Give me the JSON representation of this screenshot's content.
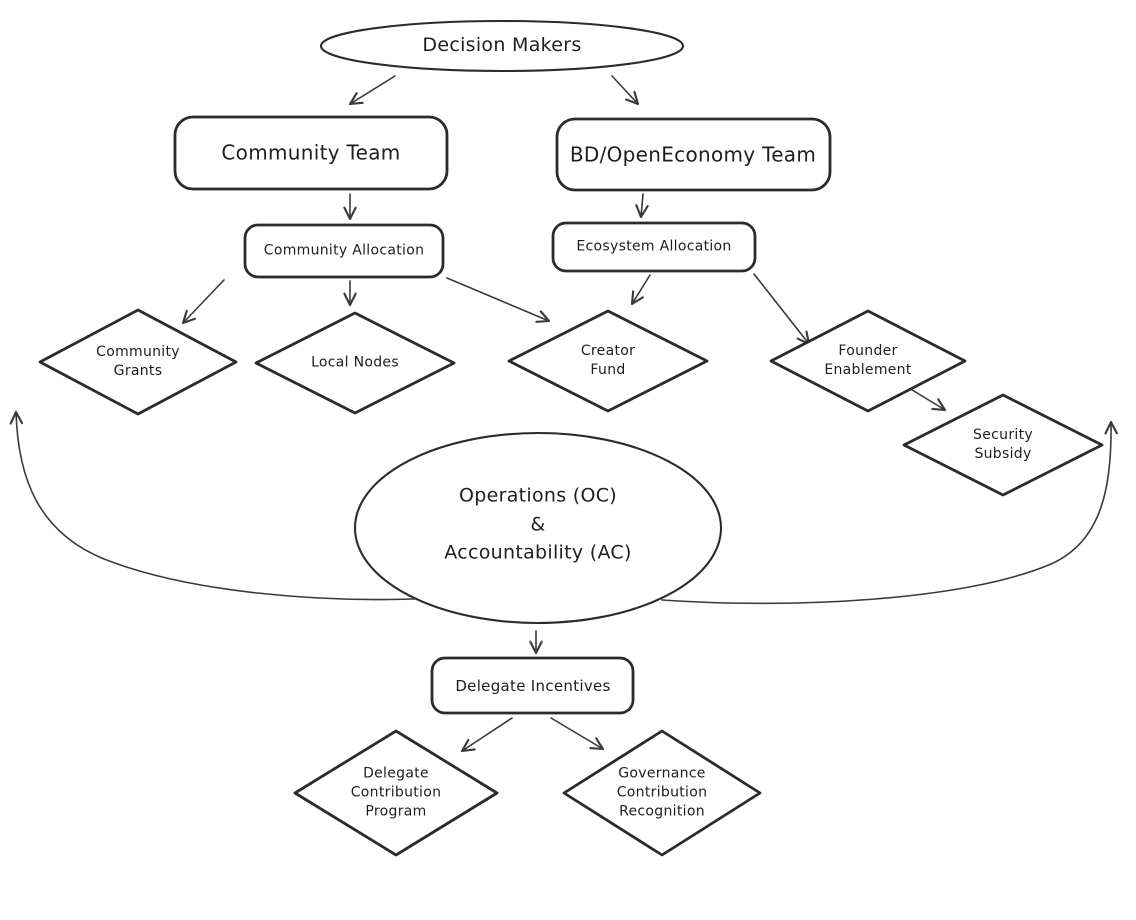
{
  "canvas": {
    "background": "#ffffff",
    "stroke_color": "#2b2b2b",
    "arrow_color": "#3a3a3a",
    "text_color": "#1e1e1e"
  },
  "diagram": {
    "type": "flowchart",
    "style": "hand-drawn (Excalidraw-like), black strokes on white"
  },
  "nodes": {
    "decision_makers": {
      "label": "Decision Makers",
      "shape": "ellipse"
    },
    "community_team": {
      "label": "Community Team",
      "shape": "rounded-rectangle"
    },
    "bd_openeconomy_team": {
      "label": "BD/OpenEconomy Team",
      "shape": "rounded-rectangle"
    },
    "community_allocation": {
      "label": "Community Allocation",
      "shape": "rounded-rectangle"
    },
    "ecosystem_allocation": {
      "label": "Ecosystem Allocation",
      "shape": "rounded-rectangle"
    },
    "community_grants": {
      "label": "Community\nGrants",
      "shape": "diamond"
    },
    "local_nodes": {
      "label": "Local Nodes",
      "shape": "diamond"
    },
    "creator_fund": {
      "label": "Creator\nFund",
      "shape": "diamond"
    },
    "founder_enablement": {
      "label": "Founder\nEnablement",
      "shape": "diamond"
    },
    "security_subsidy": {
      "label": "Security\nSubsidy",
      "shape": "diamond"
    },
    "operations_accountability": {
      "label": "Operations (OC)\n&\nAccountability (AC)",
      "shape": "ellipse"
    },
    "delegate_incentives": {
      "label": "Delegate Incentives",
      "shape": "rounded-rectangle"
    },
    "delegate_contribution_program": {
      "label": "Delegate\nContribution\nProgram",
      "shape": "diamond"
    },
    "governance_contribution_recognition": {
      "label": "Governance\nContribution\nRecognition",
      "shape": "diamond"
    }
  },
  "edges": [
    {
      "from": "Decision Makers",
      "to": "Community Team"
    },
    {
      "from": "Decision Makers",
      "to": "BD/OpenEconomy Team"
    },
    {
      "from": "Community Team",
      "to": "Community Allocation"
    },
    {
      "from": "BD/OpenEconomy Team",
      "to": "Ecosystem Allocation"
    },
    {
      "from": "Community Allocation",
      "to": "Community Grants"
    },
    {
      "from": "Community Allocation",
      "to": "Local Nodes"
    },
    {
      "from": "Community Allocation",
      "to": "Creator Fund"
    },
    {
      "from": "Ecosystem Allocation",
      "to": "Creator Fund"
    },
    {
      "from": "Ecosystem Allocation",
      "to": "Founder Enablement"
    },
    {
      "from": "Founder Enablement",
      "to": "Security Subsidy"
    },
    {
      "from": "Operations (OC) & Accountability (AC)",
      "to": "Delegate Incentives"
    },
    {
      "from": "Delegate Incentives",
      "to": "Delegate Contribution Program"
    },
    {
      "from": "Delegate Incentives",
      "to": "Governance Contribution Recognition"
    },
    {
      "from": "Operations (OC) & Accountability (AC)",
      "to": "upward feedback arrow (left canvas edge)"
    },
    {
      "from": "Operations (OC) & Accountability (AC)",
      "to": "upward feedback arrow (right canvas edge)"
    }
  ]
}
